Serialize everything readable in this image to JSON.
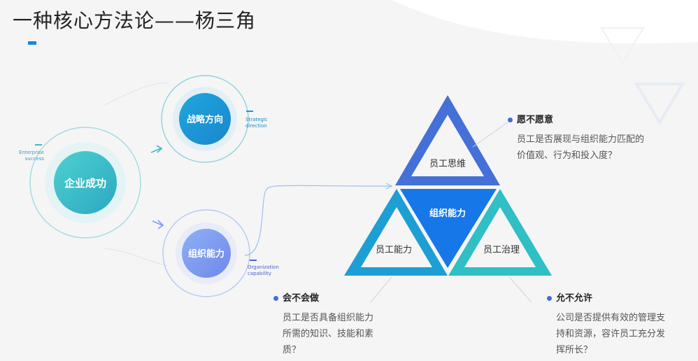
{
  "title": "一种核心方法论——杨三角",
  "left": {
    "enterprise_circle": "企业成功",
    "enterprise_en": [
      "Enterprise",
      "success"
    ],
    "strategy_circle": "战略方向",
    "strategy_en": [
      "Strategic",
      "direction"
    ],
    "org_circle": "组织能力",
    "org_en": [
      "Organization",
      "capability"
    ]
  },
  "triangle": {
    "top": "员工思维",
    "center": "组织能力",
    "left": "员工能力",
    "right": "员工治理"
  },
  "annotations": {
    "willing": {
      "heading": "愿不愿意",
      "lines": [
        "员工是否展现与组织能力匹配的",
        "价值观、行为和投入度？"
      ]
    },
    "able": {
      "heading": "会不会做",
      "lines": [
        "员工是否具备组织能力",
        "所需的知识、技能和素",
        "质？"
      ]
    },
    "allowed": {
      "heading": "允不允许",
      "lines": [
        "公司是否提供有效的管理支",
        "持和资源，容许员工充分发",
        "挥所长？"
      ]
    }
  },
  "colors": {
    "teal": "#3cbcc6",
    "blue": "#1a9ad6",
    "periwinkle": "#7f9cf0",
    "tri_top": "#4470d8",
    "tri_left": "#1d9fd4",
    "tri_right": "#2fbfc4",
    "tri_center": "#1677e8"
  }
}
